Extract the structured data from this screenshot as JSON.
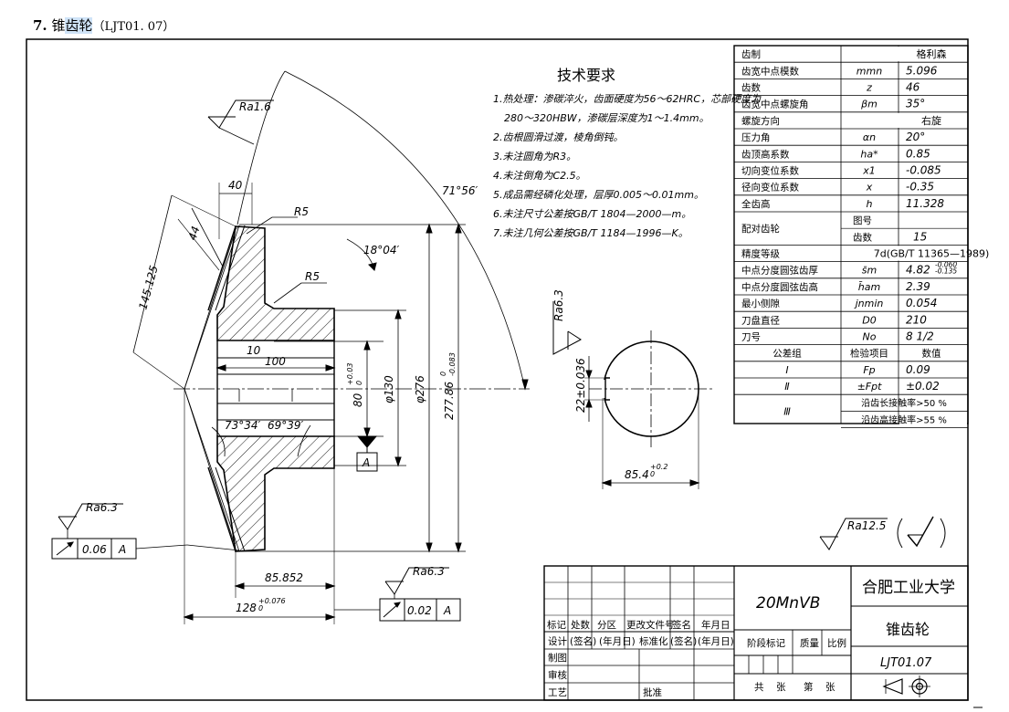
{
  "heading": {
    "number": "7.",
    "title_prefix": "锥",
    "title_highlight": "齿轮",
    "code": "（LJT01. 07）"
  },
  "requirements": {
    "title": "技术要求",
    "lines": [
      "1.热处理：渗碳淬火，齿面硬度为56～62HRC，芯部硬度为",
      "280～320HBW，渗碳层深度为1～1.4mm。",
      "2.齿根圆滑过渡，棱角倒钝。",
      "3.未注圆角为R3。",
      "4.未注倒角为C2.5。",
      "5.成品需经磷化处理，层厚0.005～0.01mm。",
      "6.未注尺寸公差按GB/T 1804—2000—m。",
      "7.未注几何公差按GB/T 1184—1996—K。"
    ]
  },
  "dims": {
    "ra16": "Ra1.6",
    "d40": "40",
    "d44": "44",
    "d145": "145.125",
    "r5a": "R5",
    "r5b": "R5",
    "a1804": "18°04′",
    "a7156": "71°56′",
    "d10": "10",
    "d100": "100",
    "d80": "80",
    "d80tol": "+0.03",
    "d80tol2": "0",
    "d130": "φ130",
    "d276": "φ276",
    "d27786": "277.86",
    "d27786tol": "0",
    "d27786tol2": "-0.083",
    "a7334": "73°34′",
    "a6939": "69°39′",
    "datumA": "A",
    "ra63left": "Ra6.3",
    "tol_left": "0.06",
    "tol_left_ref": "A",
    "d85852": "85.852",
    "d128": "128",
    "d128tol": "+0.076",
    "d128tol2": "0",
    "ra63bottom": "Ra6.3",
    "tol_bottom": "0.02",
    "tol_bottom_ref": "A",
    "ra63key": "Ra6.3",
    "d22": "22±0.036",
    "d854": "85.4",
    "d854tol": "+0.2",
    "d854tol2": "0",
    "ra125": "Ra12.5"
  },
  "param_table": {
    "rows": [
      {
        "label": "齿制",
        "symbol": "",
        "value": "格利森",
        "span": true
      },
      {
        "label": "齿宽中点模数",
        "symbol": "mmn",
        "value": "5.096"
      },
      {
        "label": "齿数",
        "symbol": "z",
        "value": "46"
      },
      {
        "label": "齿宽中点螺旋角",
        "symbol": "βm",
        "value": "35°"
      },
      {
        "label": "螺旋方向",
        "symbol": "",
        "value": "右旋",
        "span": true
      },
      {
        "label": "压力角",
        "symbol": "αn",
        "value": "20°"
      },
      {
        "label": "齿顶高系数",
        "symbol": "ha*",
        "value": "0.85"
      },
      {
        "label": "切向变位系数",
        "symbol": "x1",
        "value": "-0.085"
      },
      {
        "label": "径向变位系数",
        "symbol": "x",
        "value": "-0.35"
      },
      {
        "label": "全齿高",
        "symbol": "h",
        "value": "11.328"
      },
      {
        "label": "配对齿轮",
        "symbol": "图号",
        "value": "",
        "sub": {
          "symbol": "齿数",
          "value": "15"
        }
      },
      {
        "label": "精度等级",
        "symbol": "",
        "value": "7d(GB/T 11365—1989)",
        "span": true
      },
      {
        "label": "中点分度圆弦齿厚",
        "symbol": "s̄m",
        "value": "4.82",
        "tol1": "-0.060",
        "tol2": "-0.135"
      },
      {
        "label": "中点分度圆弦齿高",
        "symbol": "h̄am",
        "value": "2.39"
      },
      {
        "label": "最小侧隙",
        "symbol": "jnmin",
        "value": "0.054"
      },
      {
        "label": "刀盘直径",
        "symbol": "D0",
        "value": "210"
      },
      {
        "label": "刀号",
        "symbol": "No",
        "value": "8 1/2"
      }
    ],
    "tol_header": {
      "group": "公差组",
      "item": "检验项目",
      "value": "数值"
    },
    "tol_rows": [
      {
        "group": "Ⅰ",
        "item": "Fp",
        "value": "0.09"
      },
      {
        "group": "Ⅱ",
        "item": "±Fpt",
        "value": "±0.02"
      },
      {
        "group": "Ⅲ",
        "item": "沿齿长接触率>50 %",
        "value": ""
      },
      {
        "group": "",
        "item": "沿齿高接触率>55 %",
        "value": ""
      }
    ]
  },
  "title_block": {
    "material": "20MnVB",
    "school": "合肥工业大学",
    "part_name": "锥齿轮",
    "drawing_no": "LJT01.07",
    "row_labels": [
      "标记",
      "处数",
      "分区",
      "更改文件号",
      "签名",
      "年月日"
    ],
    "design_labels": [
      "设计",
      "(签名)",
      "(年月日)",
      "标准化",
      "(签名)",
      "(年月日)"
    ],
    "left_labels": [
      "制图",
      "审核",
      "",
      "工艺"
    ],
    "approve": "批准",
    "stage": "阶段标记",
    "mass": "质量",
    "scale": "比例",
    "sheets": [
      "共",
      "张",
      "第",
      "张"
    ]
  },
  "colors": {
    "highlight": "#cfe3f7",
    "hatch": "#000000"
  }
}
